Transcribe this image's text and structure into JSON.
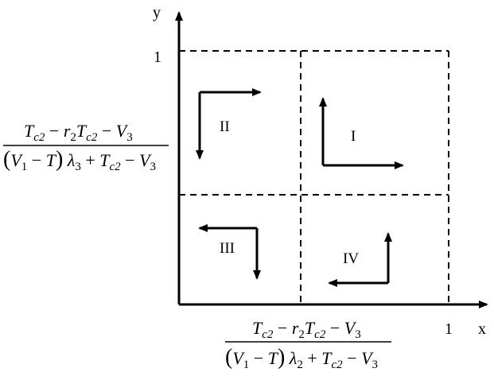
{
  "axes": {
    "x_label": "x",
    "y_label": "y",
    "x_one": "1",
    "y_one": "1"
  },
  "regions": {
    "I": "I",
    "II": "II",
    "III": "III",
    "IV": "IV"
  },
  "y_threshold": {
    "numerator": [
      "T",
      "c2",
      " − r",
      "2",
      "T",
      "c2",
      " − V",
      "3"
    ],
    "denominator_text": "(V₁ − T) λ₃ + T꜀₂ − V₃"
  },
  "x_threshold": {
    "numerator_text": "T꜀₂ − r₂T꜀₂ − V₃",
    "denominator_text": "(V₁ − T) λ₂ + T꜀₂ − V₃"
  }
}
